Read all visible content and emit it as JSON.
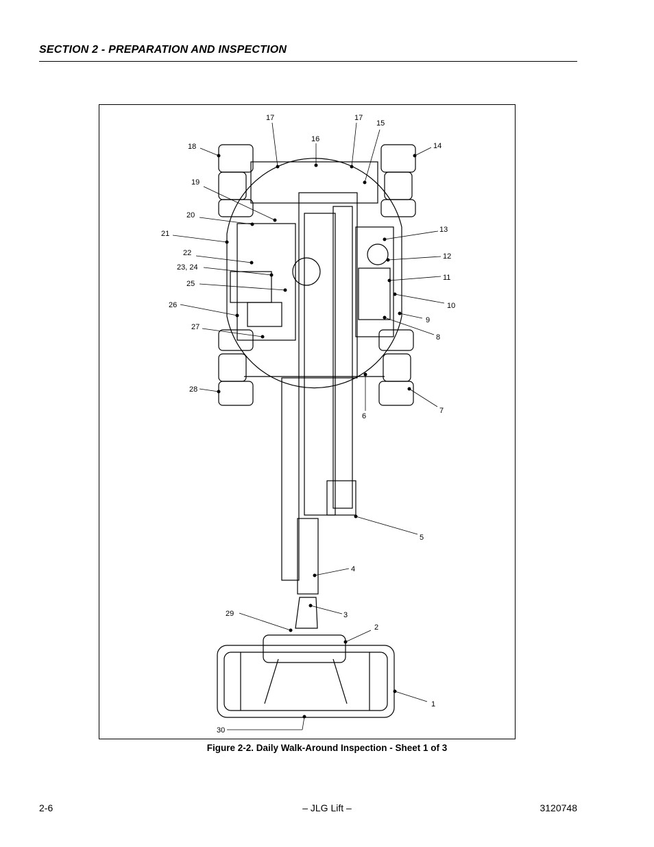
{
  "header": {
    "section_title": "SECTION 2 - PREPARATION AND INSPECTION"
  },
  "figure": {
    "caption": "Figure 2-2.  Daily Walk-Around Inspection - Sheet 1 of 3",
    "callouts": [
      "1",
      "2",
      "3",
      "4",
      "5",
      "6",
      "7",
      "8",
      "9",
      "10",
      "11",
      "12",
      "13",
      "14",
      "15",
      "16",
      "17",
      "17",
      "18",
      "19",
      "20",
      "21",
      "22",
      "23, 24",
      "25",
      "26",
      "27",
      "28",
      "29",
      "30"
    ]
  },
  "footer": {
    "page_number": "2-6",
    "center": "– JLG Lift –",
    "doc_number": "3120748"
  }
}
